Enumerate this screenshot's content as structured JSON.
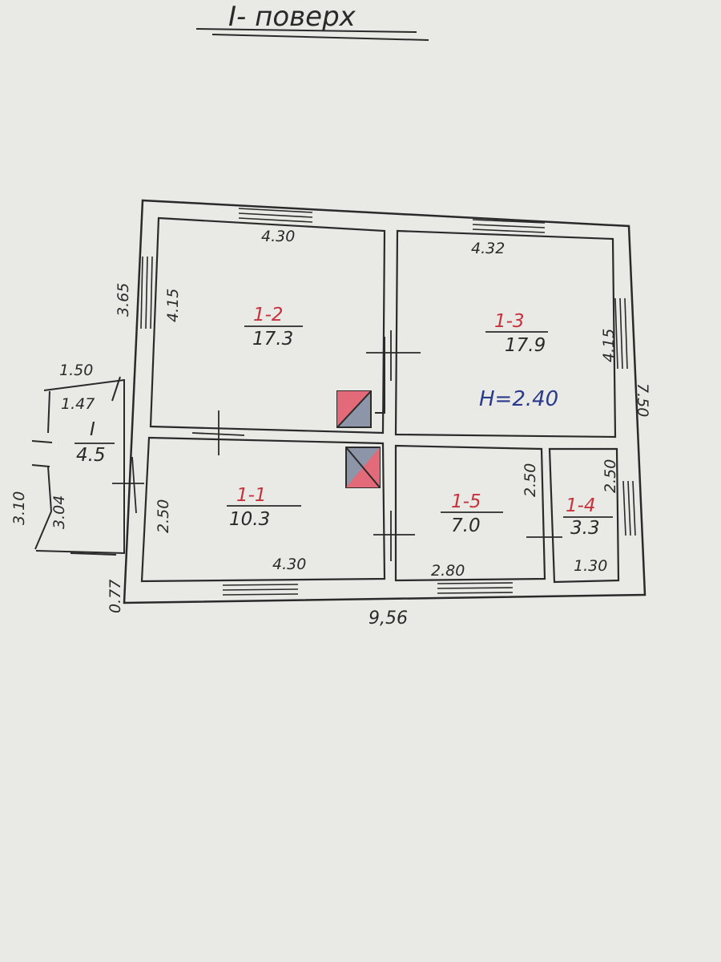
{
  "title": "I- поверх",
  "height_label": "H=2.40",
  "overall": {
    "width": "9,56",
    "depth": "7.50"
  },
  "rooms": [
    {
      "id": "1-2",
      "area": "17.3",
      "length": "4.30",
      "width": "4.15"
    },
    {
      "id": "1-3",
      "area": "17.9",
      "length": "4.32",
      "width": "4.15"
    },
    {
      "id": "1-1",
      "area": "10.3",
      "length": "4.30",
      "width": "2.50"
    },
    {
      "id": "1-5",
      "area": "7.0",
      "length": "2.80",
      "width": "2.50"
    },
    {
      "id": "1-4",
      "area": "3.3",
      "length": "1.30",
      "width": "2.50"
    }
  ],
  "porch": {
    "id": "I",
    "area": "4.5",
    "outer_width": "1.50",
    "inner_width": "1.47",
    "outer_depth": "3.10",
    "inner_depth": "3.04"
  },
  "extra_dims": {
    "left_upper": "3.65",
    "left_lower": "0.77"
  },
  "colors": {
    "ink": "#2a2a2a",
    "label_red": "#c8323c",
    "label_blue": "#2a3a8c",
    "stove_red": "#e36a78",
    "stove_gray": "#8c96a8"
  }
}
